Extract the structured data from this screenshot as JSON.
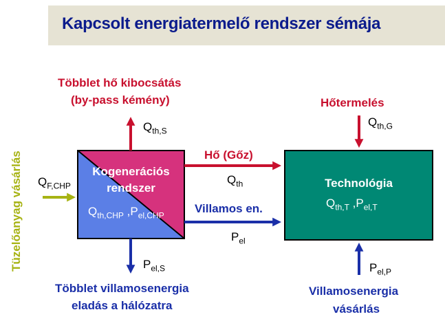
{
  "title": "Kapcsolt energiatermelő rendszer sémája",
  "left_vertical_label": "Tüzelőanyag vásárlás",
  "fuel_input": {
    "sym": "Q",
    "sub": "F,CHP"
  },
  "chp": {
    "line1": "Kogenerációs",
    "line2": "rendszer",
    "sym1": "Q",
    "sub1": "th,CHP",
    "sep": " ,",
    "sym2": "P",
    "sub2": "el,CHP"
  },
  "technology": {
    "title": "Technológia",
    "sym1": "Q",
    "sub1": "th,T",
    "sep": " ,",
    "sym2": "P",
    "sub2": "el,T"
  },
  "heat_surplus": {
    "line1": "Többlet hő kibocsátás",
    "line2": "(by-pass kémény)",
    "sym": "Q",
    "sub": "th,S"
  },
  "heat_flow": {
    "label": "Hő (Gőz)",
    "sym": "Q",
    "sub": "th"
  },
  "electric_flow": {
    "label": "Villamos en.",
    "sym": "P",
    "sub": "el"
  },
  "heat_generation": {
    "label": "Hőtermelés",
    "sym": "Q",
    "sub": "th,G"
  },
  "electric_surplus": {
    "line1": "Többlet villamosenergia",
    "line2": "eladás a hálózatra",
    "sym": "P",
    "sub": "el,S"
  },
  "electric_purchase": {
    "line1": "Villamosenergia",
    "line2": "vásárlás",
    "sym": "P",
    "sub": "el,P"
  },
  "colors": {
    "title": "#0b1b8c",
    "heat": "#c8102e",
    "electric": "#1a2fa8",
    "fuel": "#a7b313",
    "chp_top": "#d6327d",
    "chp_bottom": "#5b7fe6",
    "technology": "#008874"
  }
}
